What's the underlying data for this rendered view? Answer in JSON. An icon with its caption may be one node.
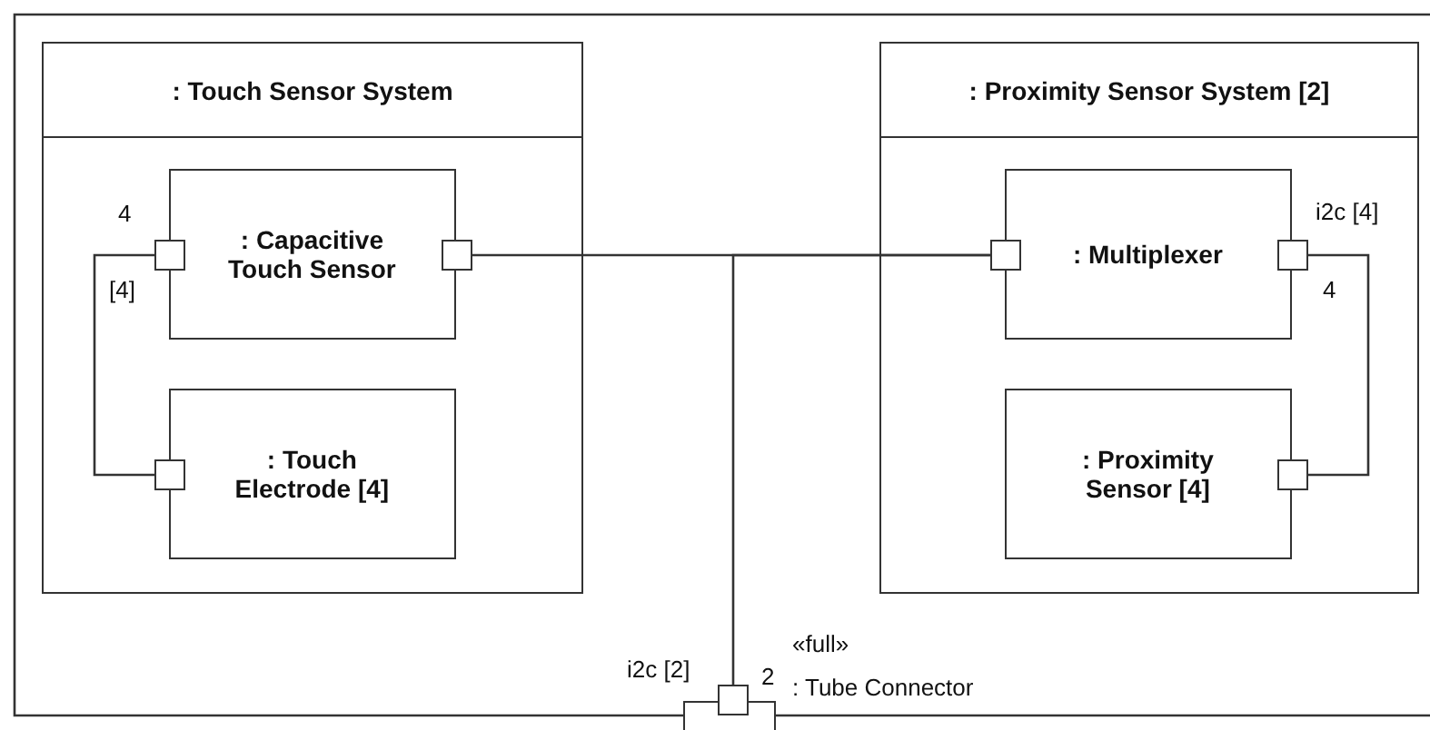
{
  "diagram": {
    "nodes": [
      {
        "text": [
          ": Touch Sensor System"
        ]
      },
      {
        "text": [
          ": Capacitive Touch Sensor"
        ],
        "in": 0
      },
      {
        "text": [
          ": Touch Electrode [4]"
        ],
        "in": 0
      },
      {
        "text": [
          ": Proximity Sensor System [2]"
        ]
      },
      {
        "text": [
          ": Multiplexer"
        ],
        "in": 3
      },
      {
        "text": [
          ": Proximity Sensor [4]"
        ],
        "in": 3
      },
      {
        "text": [
          "«full»",
          ": Tube Connector"
        ]
      },
      {
        "text": [],
        "shape": "box",
        "beside": [
          "4",
          "[4]"
        ],
        "in": 0
      },
      {
        "text": [],
        "shape": "box",
        "in": 0
      },
      {
        "text": [],
        "shape": "box",
        "in": 0
      },
      {
        "text": [],
        "shape": "box",
        "in": 3
      },
      {
        "text": [],
        "shape": "box",
        "beside": [
          "i2c [4]",
          "4"
        ],
        "in": 3
      },
      {
        "text": [],
        "shape": "box",
        "in": 3
      },
      {
        "text": [],
        "shape": "box",
        "beside": [
          "i2c [2]",
          "2"
        ]
      }
    ],
    "edges": [
      {
        "from": 7,
        "to": 9,
        "arrow": "none"
      },
      {
        "from": 8,
        "to": 10,
        "arrow": "none"
      },
      {
        "from": 13,
        "to": 10,
        "arrow": "none"
      },
      {
        "from": 11,
        "to": 12,
        "arrow": "none"
      }
    ]
  }
}
